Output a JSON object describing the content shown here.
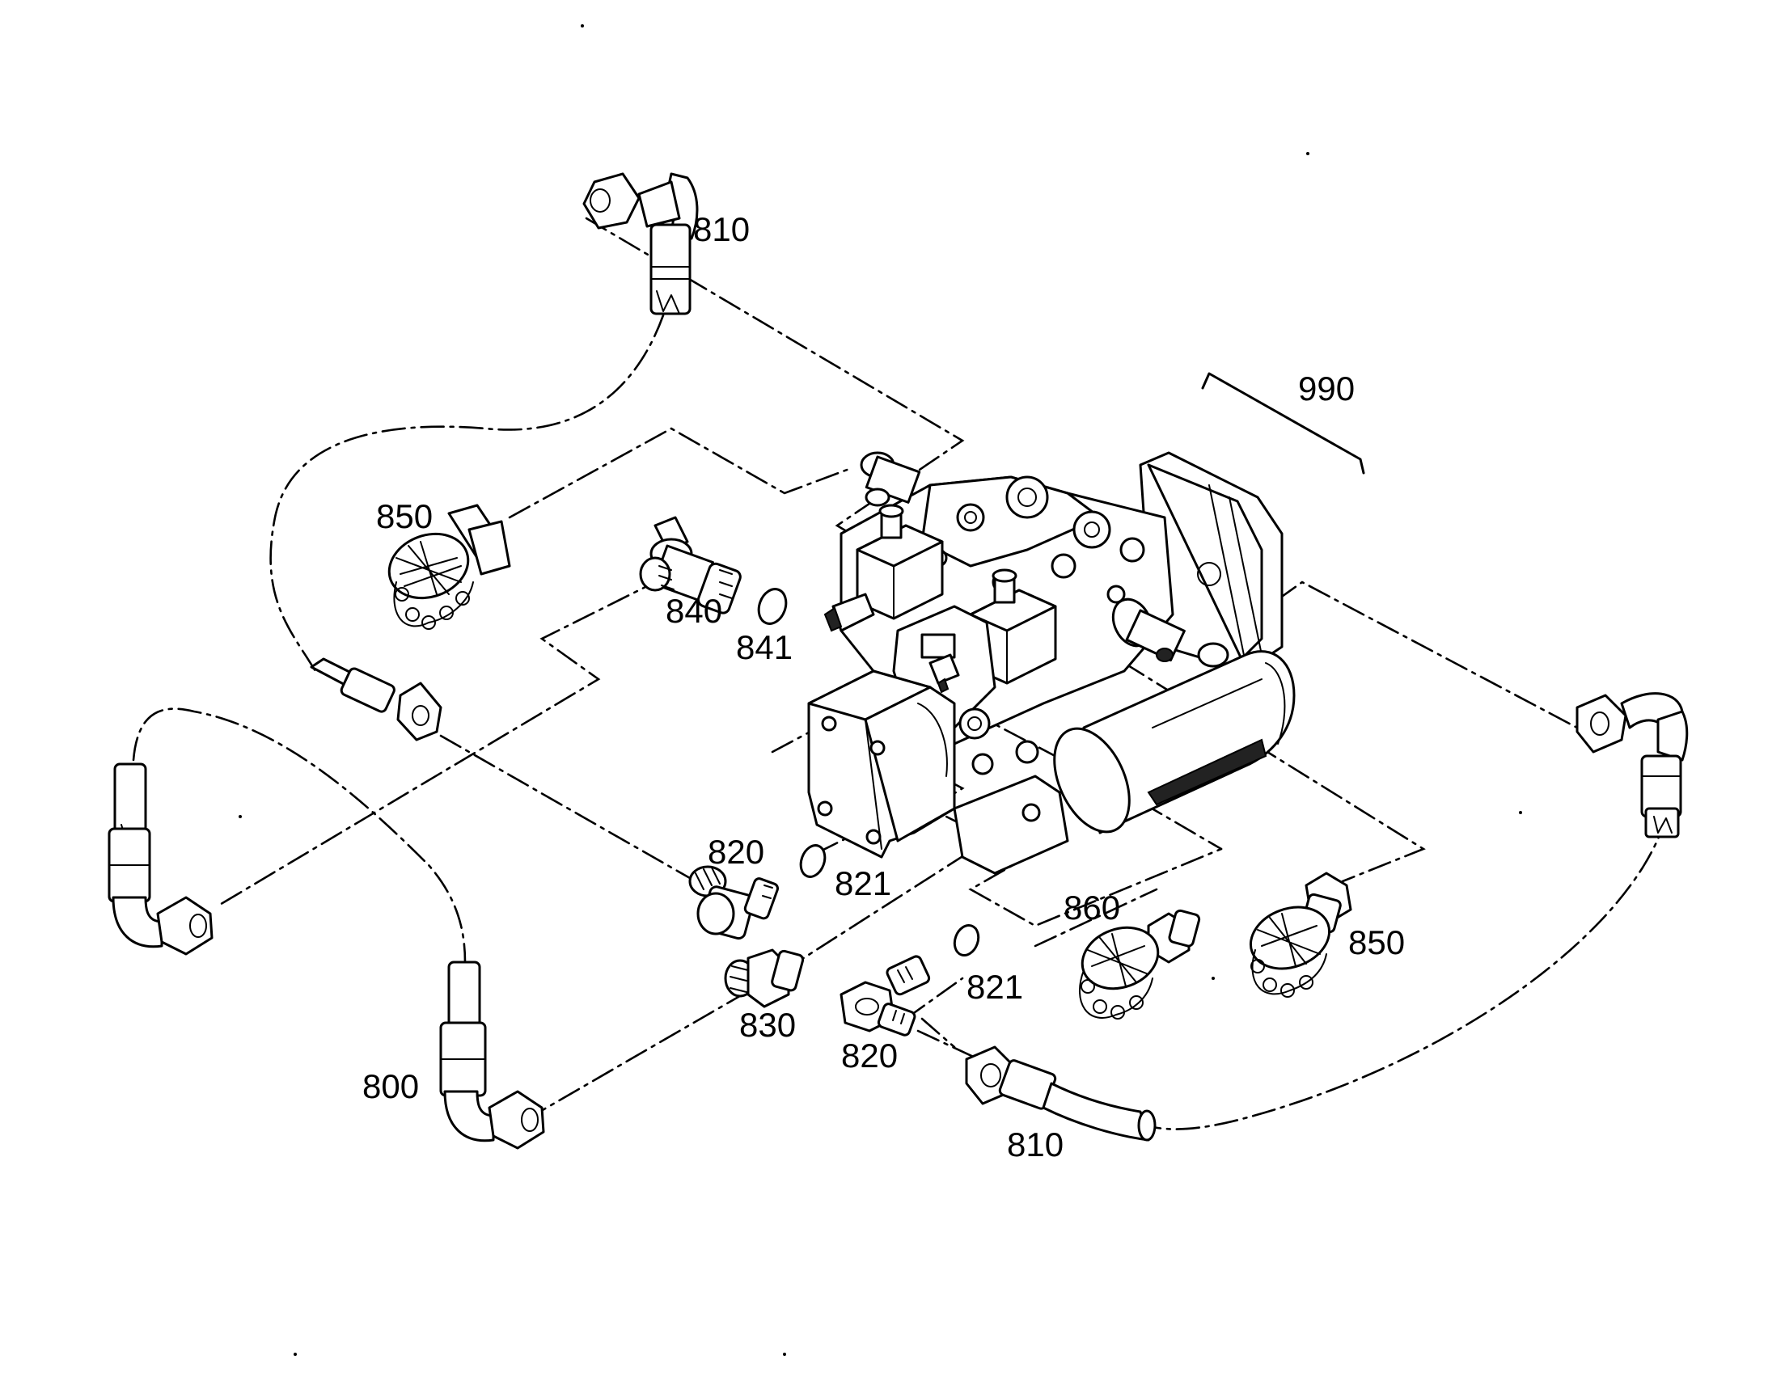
{
  "diagram": {
    "callouts": {
      "c810_top": "810",
      "c990": "990",
      "c850_left": "850",
      "c840": "840",
      "c841": "841",
      "c820_mid": "820",
      "c821_mid": "821",
      "c860": "860",
      "c850_right": "850",
      "c821_low": "821",
      "c830": "830",
      "c820_low": "820",
      "c800": "800",
      "c810_bottom": "810"
    }
  }
}
